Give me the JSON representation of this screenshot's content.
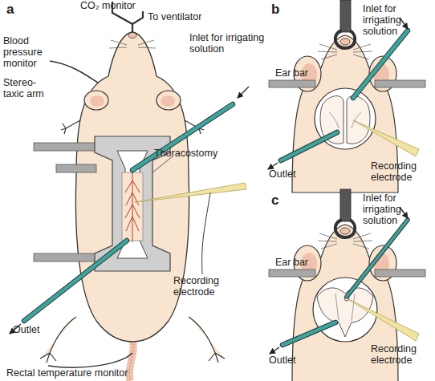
{
  "diagram": {
    "labels": [
      "a",
      "CO₂ monitor",
      "To ventilator",
      "Blood pressure monitor",
      "Inlet for irrigating solution",
      "Stereo-taxic arm",
      "Thoracostomy",
      "Recording electrode",
      "Outlet",
      "Rectal temperature monitor",
      "b",
      "Ear bar",
      "Inlet for irrigating solution",
      "Outlet",
      "Recording electrode",
      "c",
      "Inlet for irrigating solution",
      "Ear bar",
      "Outlet",
      "Recording electrode"
    ]
  }
}
